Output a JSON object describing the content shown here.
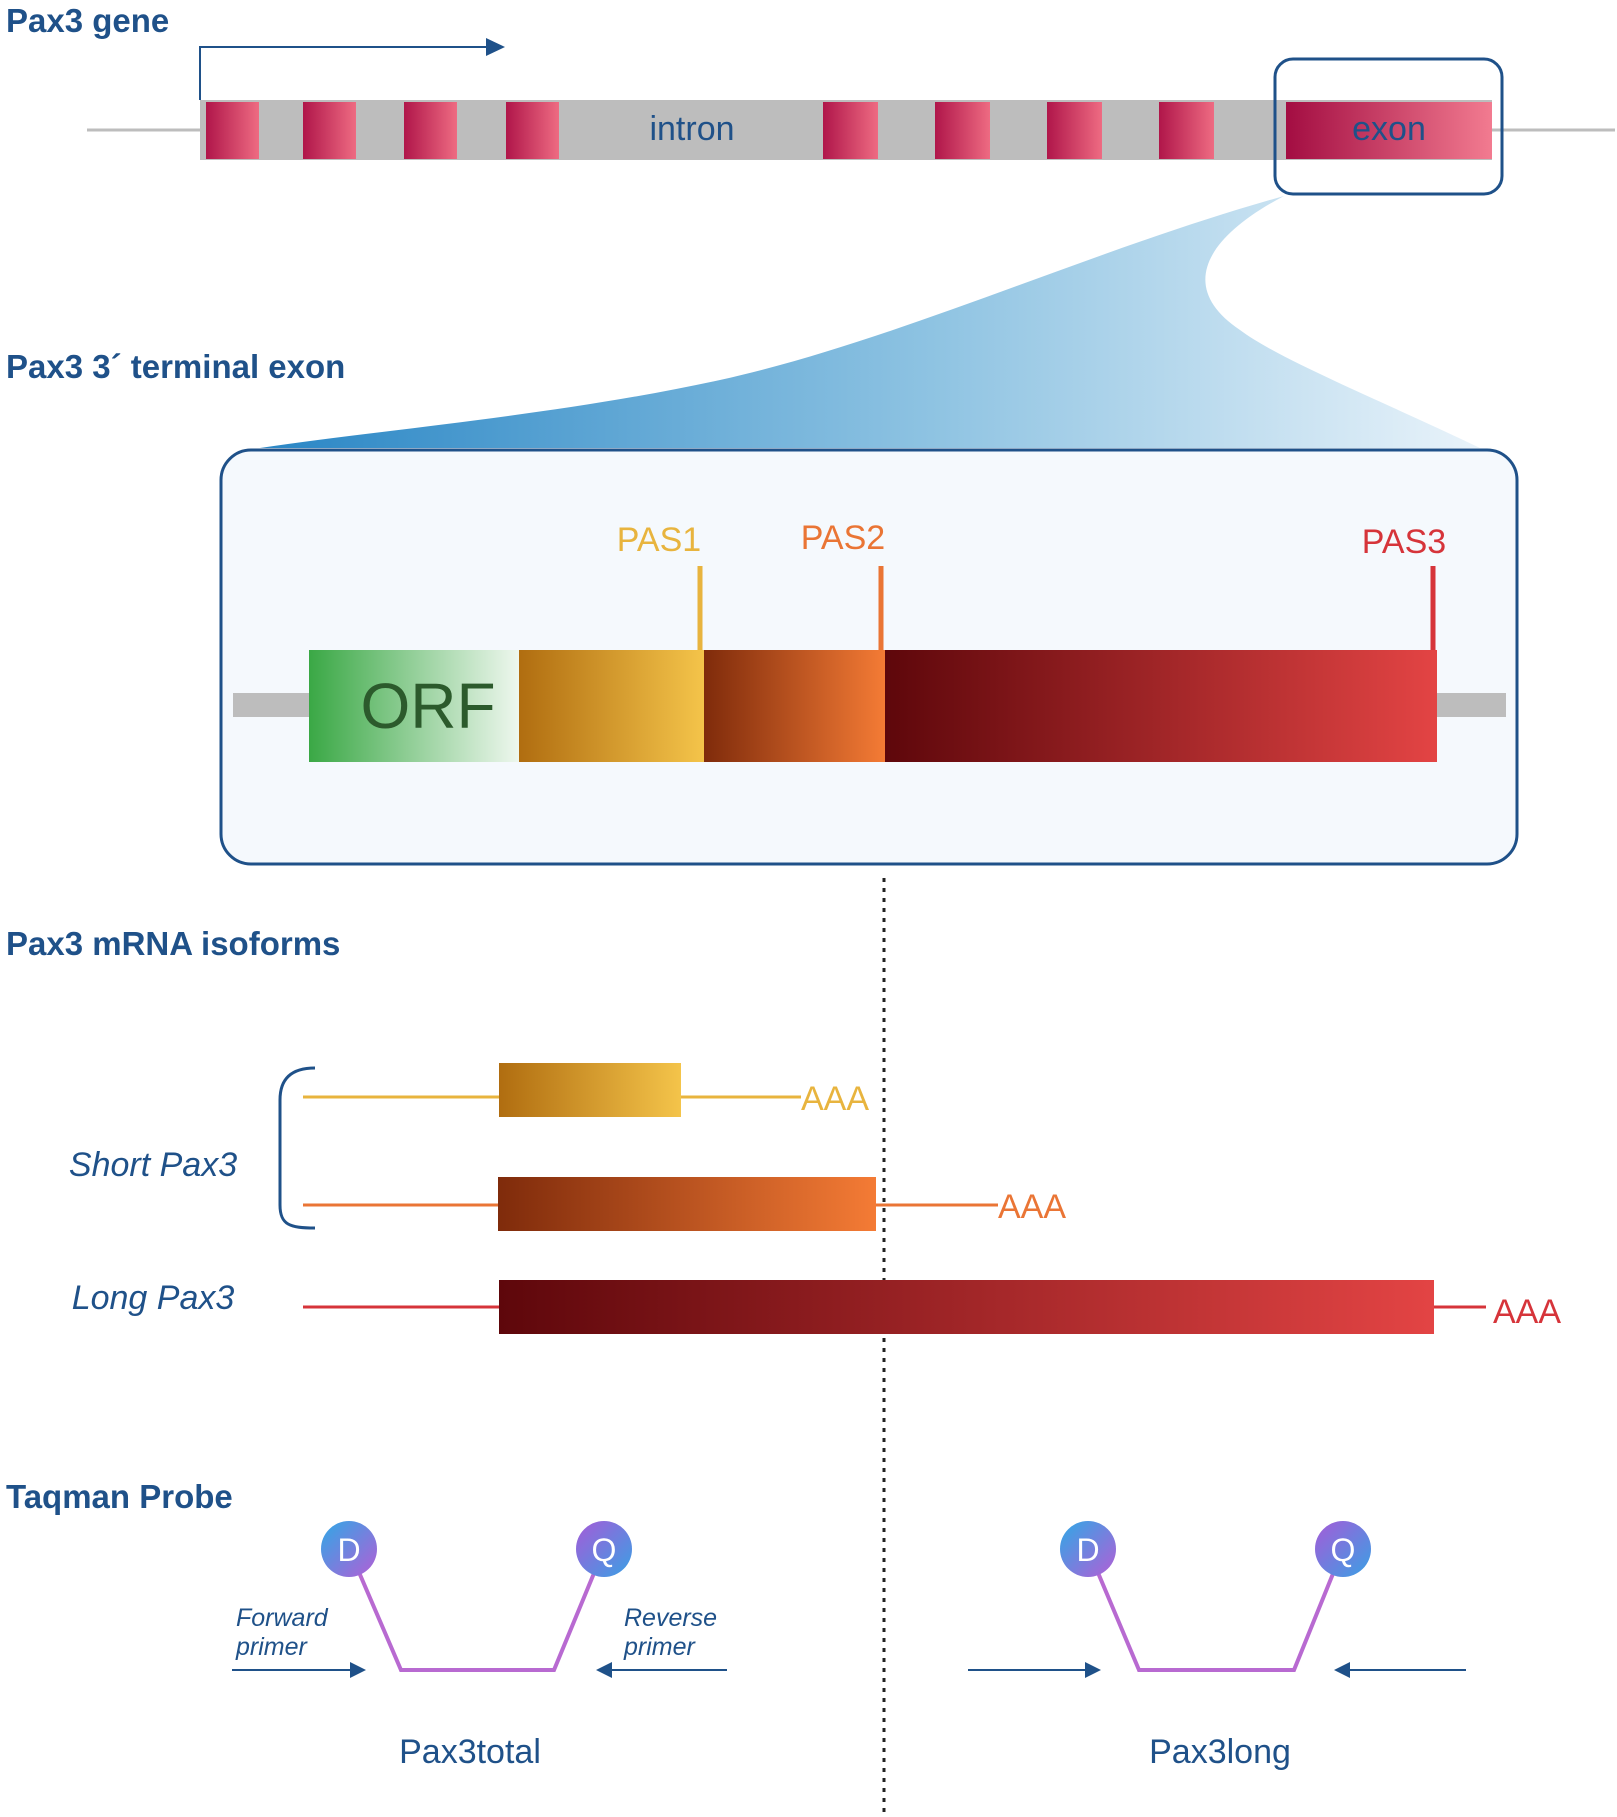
{
  "sections": {
    "gene": "Pax3 gene",
    "exon3": "Pax3 3´ terminal exon",
    "isoforms": "Pax3 mRNA isoforms",
    "probe": "Taqman Probe"
  },
  "gene": {
    "intron_label": "intron",
    "exon_label": "exon"
  },
  "terminal_exon": {
    "orf_label": "ORF",
    "pas1": "PAS1",
    "pas2": "PAS2",
    "pas3": "PAS3"
  },
  "isoforms": {
    "short_label": "Short Pax3",
    "long_label": "Long Pax3",
    "polya_1": "AAA",
    "polya_2": "AAA",
    "polya_3": "AAA"
  },
  "probes": {
    "forward_primer": "Forward primer",
    "reverse_primer": "Reverse primer",
    "forward_primer_l1": "Forward",
    "forward_primer_l2": "primer",
    "reverse_primer_l1": "Reverse",
    "reverse_primer_l2": "primer",
    "donor_1": "D",
    "quencher_1": "Q",
    "donor_2": "D",
    "quencher_2": "Q",
    "assay_total": "Pax3total",
    "assay_long": "Pax3long"
  },
  "colors": {
    "title_blue": "#1f5189",
    "exon_crimson": "#b0164a",
    "exon_pink": "#ee6b82",
    "intron_gray": "#bdbdbd",
    "orf_green": "#3aa845",
    "pas1_yellow": "#e8b43e",
    "pas2_orange": "#ea7535",
    "pas3_red": "#d6343a",
    "probe_purple": "#b86ad1"
  }
}
